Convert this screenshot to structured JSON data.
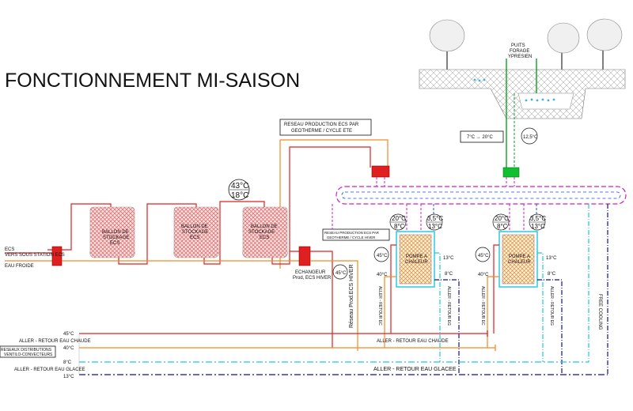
{
  "title": "FONCTIONNEMENT MI-SAISON",
  "well": {
    "label_1": "PUITS",
    "label_2": "FORAGE",
    "label_3": "YPRESIEN",
    "temp_range": "7°C → 20°C",
    "temp_out": "12,5°C"
  },
  "geothermal_box": {
    "line_1": "RESEAU PRODUCTION ECS PAR",
    "line_2": "GEOTHERME / CYCLE ETE"
  },
  "geothermal_box_winter": {
    "line_1": "RESEAU PRODUCTION ECS PAR",
    "line_2": "GEOTHERME / CYCLE HIVER"
  },
  "tanks": [
    {
      "line_1": "BALLON DE",
      "line_2": "STOCKAGE",
      "line_3": "ECS"
    },
    {
      "line_1": "BALLON DE",
      "line_2": "STOCKAGE",
      "line_3": "ECS"
    },
    {
      "line_1": "BALLON DE",
      "line_2": "STOCKAGE",
      "line_3": "ECS"
    }
  ],
  "tank_temps": {
    "hot": "43°C",
    "cold": "18°C"
  },
  "exchanger": {
    "line_1": "ECHANGEUR",
    "line_2": "Prod, ECS HIVER"
  },
  "ecs_left": {
    "line_1": "ECS",
    "line_2": "VERS SOUS STATION ECS",
    "line_3": "EAU FROIDE"
  },
  "vertical_label": "Réseau Prod.ECS HIVER",
  "heat_pumps": [
    {
      "line_1": "POMPE A",
      "line_2": "CHALEUR",
      "t_evap_in": "20°C",
      "t_evap_out": "8°C",
      "t_cond_in": "3,5°C",
      "t_cond_out": "13°C",
      "t_left_hot": "45°C",
      "t_left_warm": "40°C",
      "t_right_cool": "13°C",
      "t_right_cold": "8°C",
      "label_left": "ALLER - RETOUR EC",
      "label_right": "ALLER - RETOUR EG"
    },
    {
      "line_1": "POMPE A",
      "line_2": "CHALEUR",
      "t_evap_in": "20°C",
      "t_evap_out": "8°C",
      "t_cond_in": "3,5°C",
      "t_cond_out": "13°C",
      "t_left_hot": "45°C",
      "t_left_warm": "40°C",
      "t_right_cool": "13°C",
      "t_right_cold": "8°C",
      "label_left": "ALLER - RETOUR EC",
      "label_right": "ALLER - RETOUR EG"
    }
  ],
  "free_cooling": "FREE COOLING",
  "bottom": {
    "t45": "45°C",
    "aller_retour_chaude_left": "ALLER - RETOUR EAU CHAUDE",
    "aller_retour_chaude_right": "ALLER - RETOUR EAU CHAUDE",
    "network_line_1": "RESEAUX DISTRIBUTIONS",
    "network_line_2": "VENTILO-CONVECTEURS",
    "t40": "40°C",
    "t8": "8°C",
    "aller_retour_glacee_left": "ALLER - RETOUR EAU GLACEE",
    "aller_retour_glacee_right": "ALLER - RETOUR EAU GLACEE",
    "t13": "13°C"
  },
  "colors": {
    "hot": "#e02020",
    "warm": "#f08a24",
    "cold": "#1010a0",
    "cyan": "#20c8d8",
    "magenta": "#d020c0",
    "green": "#10a020"
  }
}
